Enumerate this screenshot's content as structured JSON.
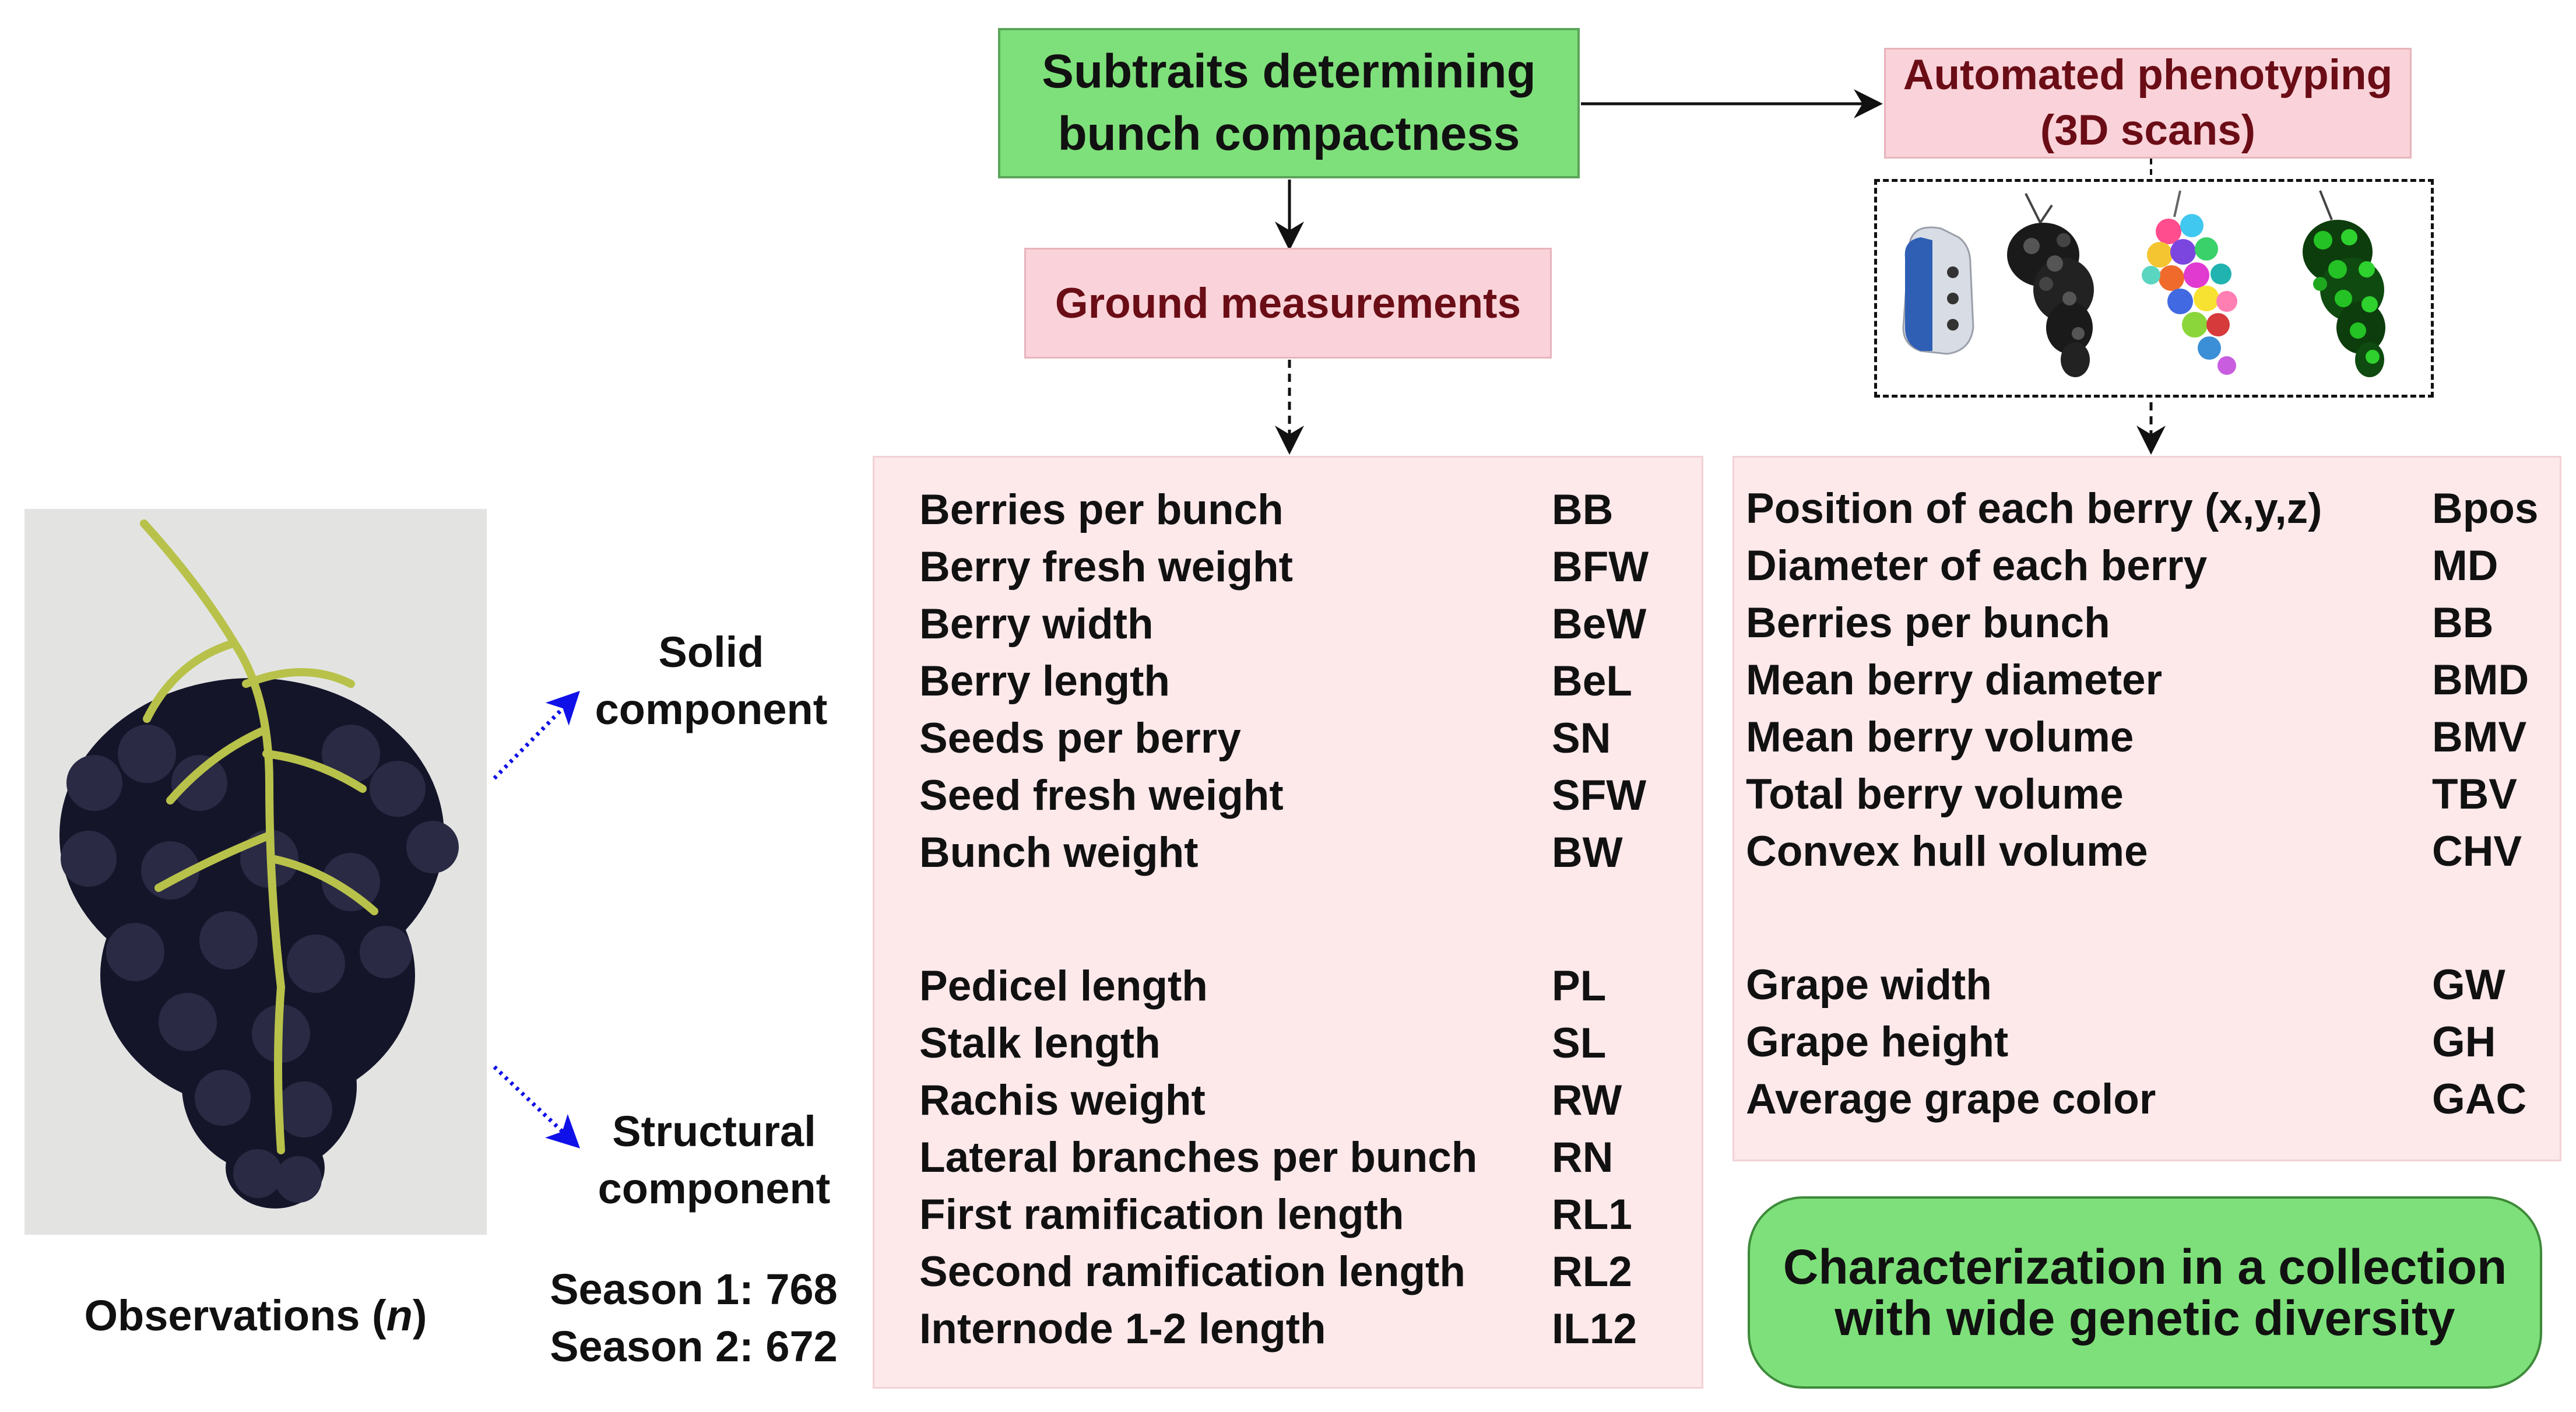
{
  "top_box": {
    "line1": "Subtraits determining",
    "line2": "bunch compactness"
  },
  "ground_box": {
    "label": "Ground measurements"
  },
  "auto_box": {
    "line1": "Automated phenotyping",
    "line2": "(3D scans)"
  },
  "left": {
    "solid_line1": "Solid",
    "solid_line2": "component",
    "structural_line1": "Structural",
    "structural_line2": "component",
    "observations_prefix": "Observations (",
    "observations_n": "n",
    "observations_suffix": ")",
    "season1": "Season 1: 768",
    "season2": "Season 2: 672"
  },
  "ground_solid": [
    {
      "name": "Berries per bunch",
      "code": "BB"
    },
    {
      "name": "Berry fresh weight",
      "code": "BFW"
    },
    {
      "name": "Berry width",
      "code": "BeW"
    },
    {
      "name": "Berry length",
      "code": "BeL"
    },
    {
      "name": "Seeds per berry",
      "code": "SN"
    },
    {
      "name": "Seed fresh weight",
      "code": "SFW"
    },
    {
      "name": "Bunch weight",
      "code": "BW"
    }
  ],
  "ground_structural": [
    {
      "name": "Pedicel length",
      "code": "PL"
    },
    {
      "name": "Stalk length",
      "code": "SL"
    },
    {
      "name": "Rachis weight",
      "code": "RW"
    },
    {
      "name": "Lateral branches per bunch",
      "code": "RN"
    },
    {
      "name": "First ramification length",
      "code": "RL1"
    },
    {
      "name": "Second ramification length",
      "code": "RL2"
    },
    {
      "name": "Internode 1-2 length",
      "code": "IL12"
    }
  ],
  "auto_solid": [
    {
      "name": "Position of each berry (x,y,z)",
      "code": "Bpos"
    },
    {
      "name": "Diameter of each berry",
      "code": "MD"
    },
    {
      "name": "Berries per bunch",
      "code": "BB"
    },
    {
      "name": "Mean berry diameter",
      "code": "BMD"
    },
    {
      "name": "Mean berry volume",
      "code": "BMV"
    },
    {
      "name": "Total berry volume",
      "code": "TBV"
    },
    {
      "name": "Convex hull volume",
      "code": "CHV"
    }
  ],
  "auto_structural": [
    {
      "name": "Grape width",
      "code": "GW"
    },
    {
      "name": "Grape height",
      "code": "GH"
    },
    {
      "name": "Average grape color",
      "code": "GAC"
    }
  ],
  "bottom_box": {
    "line1": "Characterization in a collection",
    "line2": "with wide genetic diversity"
  },
  "colors": {
    "green_fill": "#7ee07a",
    "pink_fill": "#f9d3d9",
    "panel_fill": "#fde8ea",
    "arrow_blue": "#1010e8",
    "dark_red_text": "#6b0d16"
  }
}
